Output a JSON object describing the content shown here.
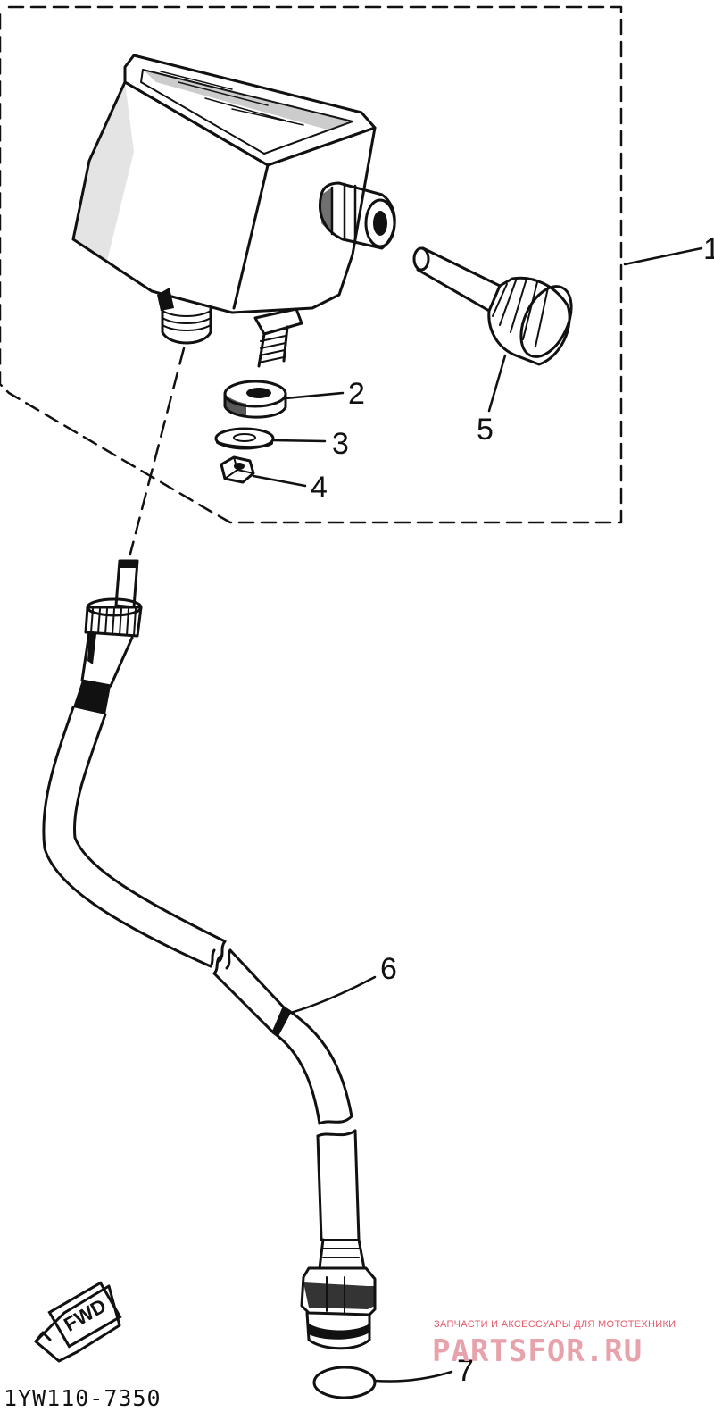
{
  "parts": {
    "group": "1",
    "washer_thick": "2",
    "washer_flat": "3",
    "nut": "4",
    "knob": "5",
    "cable": "6",
    "o_ring": "7"
  },
  "direction_badge": "FWD",
  "diagram_code": "1YW110-7350",
  "watermark": {
    "tagline": "ЗАПЧАСТИ И АКСЕССУАРЫ ДЛЯ МОТОТЕХНИКИ",
    "brand": "PARTSFOR.RU"
  },
  "colors": {
    "ink": "#111111",
    "watermark_text": "#e35a6a",
    "watermark_logo": "#e8a2ab"
  }
}
